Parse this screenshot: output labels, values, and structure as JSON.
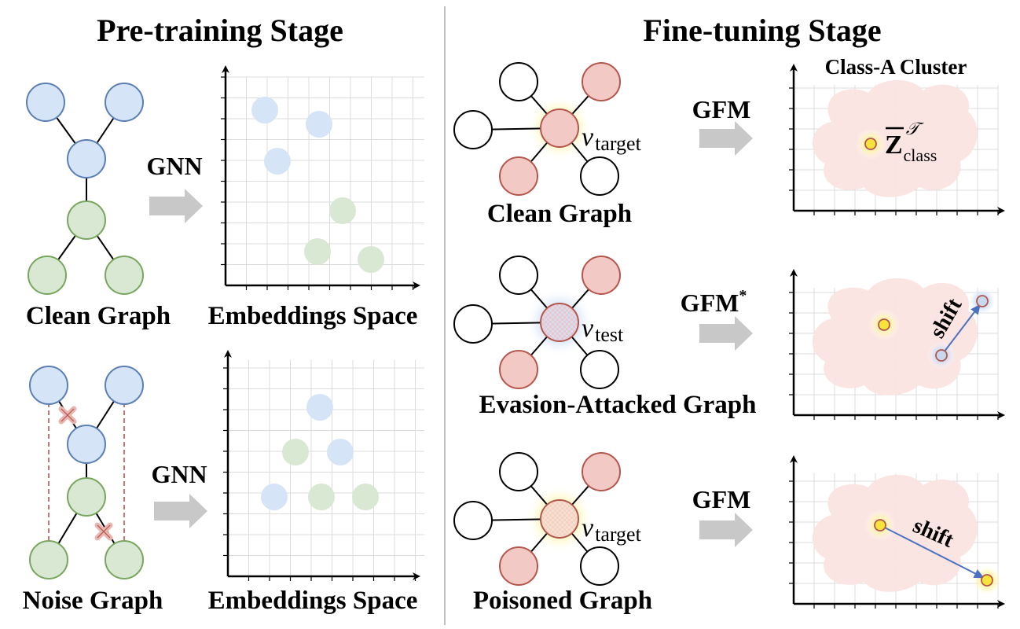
{
  "pretraining": {
    "title": "Pre-training Stage",
    "top": {
      "graph_label": "Clean Graph",
      "arrow_label": "GNN",
      "space_label": "Embeddings Space"
    },
    "bottom": {
      "graph_label": "Noise Graph",
      "arrow_label": "GNN",
      "space_label": "Embeddings Space"
    }
  },
  "finetuning": {
    "title": "Fine-tuning Stage",
    "rows": [
      {
        "graph_label": "Clean Graph",
        "node_symbol": "v",
        "node_sub": "target",
        "arrow_label": "GFM",
        "arrow_sup": "",
        "plot_title": "Class-A Cluster",
        "point_symbol": "Z",
        "point_sup": "𝒯",
        "point_sub": "class",
        "shift_label": ""
      },
      {
        "graph_label": "Evasion-Attacked Graph",
        "node_symbol": "v",
        "node_sub": "test",
        "arrow_label": "GFM",
        "arrow_sup": "*",
        "plot_title": "",
        "shift_label": "shift"
      },
      {
        "graph_label": "Poisoned Graph",
        "node_symbol": "v",
        "node_sub": "target",
        "arrow_label": "GFM",
        "arrow_sup": "",
        "plot_title": "",
        "shift_label": "shift"
      }
    ]
  },
  "colors": {
    "blue_fill": "#d6e4f7",
    "blue_stroke": "#5b7fb5",
    "green_fill": "#d8e8d2",
    "green_stroke": "#79a65e",
    "red_fill": "#f2c9c4",
    "red_stroke": "#b5564d",
    "grid": "#d8d8d8",
    "arrow_gray": "#c8c8c8",
    "cloud": "#fbe4e1",
    "yellow": "#f6e43a",
    "shift_line": "#4a72c0"
  }
}
